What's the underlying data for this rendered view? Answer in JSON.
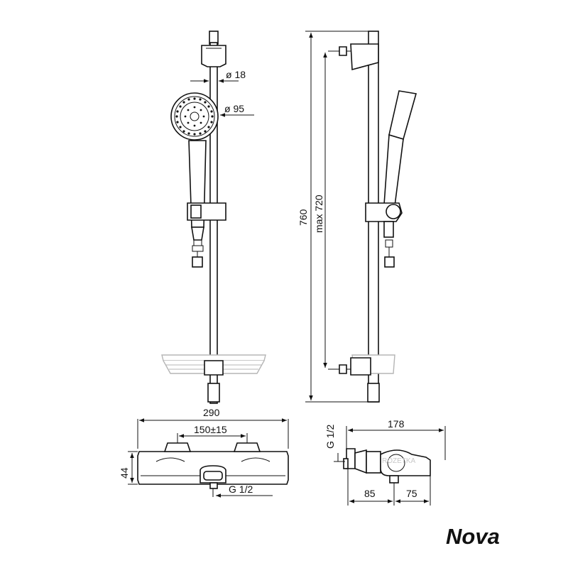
{
  "brand": "Nova",
  "watermark": "ROZETKA",
  "dimensions": {
    "rail_diameter": "ø 18",
    "head_diameter": "ø 95",
    "total_height": "760",
    "max_spacing": "max 720",
    "mixer_width": "290",
    "inlet_spacing": "150±15",
    "mixer_height": "44",
    "thread_front": "G 1/2",
    "thread_side": "G 1/2",
    "side_depth": "178",
    "side_depth_a": "85",
    "side_depth_b": "75"
  },
  "colors": {
    "line": "#111111",
    "tray": "#b5b5b5"
  }
}
